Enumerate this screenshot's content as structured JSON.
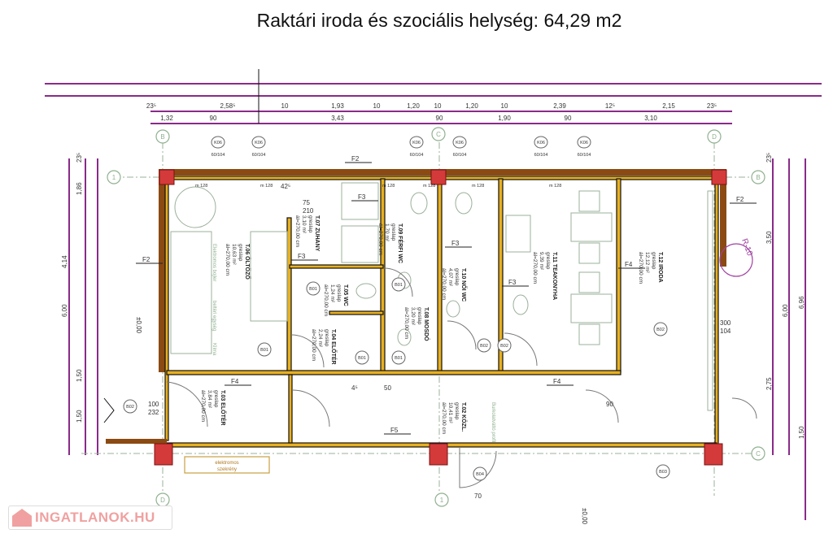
{
  "title": "Raktári iroda és szociális helység: 64,29 m2",
  "dimensions": {
    "top_row1": [
      "23⁵",
      "2,58⁵",
      "10",
      "1,93",
      "10",
      "1,20",
      "10",
      "1,20",
      "10",
      "2,39",
      "12⁵",
      "2,15",
      "23⁵"
    ],
    "top_row2": [
      "1,32",
      "90",
      "3,43",
      "90",
      "1,90",
      "90",
      "3,10"
    ],
    "left": [
      "23⁵",
      "1,86",
      "4,14",
      "6,00",
      "1,50",
      "1,50"
    ],
    "right": [
      "23⁵",
      "3,50",
      "6,00",
      "6,96",
      "2,75",
      "1,50"
    ],
    "misc": [
      "42⁵",
      "75",
      "210",
      "70",
      "100",
      "232",
      "90",
      "300",
      "104",
      "4⁵",
      "50"
    ]
  },
  "axes": [
    "B",
    "C",
    "D",
    "1",
    "B",
    "C",
    "D",
    "1"
  ],
  "windows": {
    "code": "K06",
    "size": "60/104"
  },
  "lintel": "m 128",
  "doors": [
    "B01",
    "B01",
    "B01",
    "B01",
    "B01",
    "B02",
    "B02",
    "B02",
    "B02",
    "B03",
    "B04"
  ],
  "rooms": [
    {
      "id": "T.06",
      "name": "ÖLTÖZŐ",
      "floor": "greslap",
      "area": "10,63 m²",
      "height": "ál=270,00 cm"
    },
    {
      "id": "T.07",
      "name": "ZUHANY",
      "floor": "greslap",
      "area": "3,10 m²",
      "height": "ál=270,00 cm"
    },
    {
      "id": "T.05",
      "name": "WC",
      "floor": "greslap",
      "area": "1,24 m²",
      "height": "ál=270,00 cm"
    },
    {
      "id": "T.04",
      "name": "ELŐTÉR",
      "floor": "greslap",
      "area": "2,24 m²",
      "height": "ál=270,00 cm"
    },
    {
      "id": "T.09",
      "name": "FÉRFI WC",
      "floor": "greslap",
      "area": "1,70 m²",
      "height": "ál=270,00 cm"
    },
    {
      "id": "T.08",
      "name": "MOSDÓ",
      "floor": "greslap",
      "area": "3,20 m²",
      "height": "ál=270,00 cm"
    },
    {
      "id": "T.10",
      "name": "NŐI WC",
      "floor": "greslap",
      "area": "4,07 m²",
      "height": "ál=270,00 cm"
    },
    {
      "id": "T.11",
      "name": "TEAKONYHA",
      "floor": "greslap",
      "area": "9,39 m²",
      "height": "ál=270,00 cm"
    },
    {
      "id": "T.12",
      "name": "IRODA",
      "floor": "greslap",
      "area": "12,12 m²",
      "height": "ál=270,00 cm"
    },
    {
      "id": "T.03",
      "name": "ELŐTÉR",
      "floor": "greslap",
      "area": "3,84 m²",
      "height": "ál=270,00 cm"
    },
    {
      "id": "T.02",
      "name": "KÖZL.",
      "floor": "greslap",
      "area": "10,41 m²",
      "height": "ál=270,00 cm"
    }
  ],
  "notes": {
    "boiler": "Elektromos bojler",
    "klima": "Klíma",
    "klima_unit": "beltéri egység",
    "cabinet_l1": "elektromos",
    "cabinet_l2": "szekrény",
    "profile": "Burkolatváltó profil",
    "level1": "±0,00",
    "level2": "±0,00",
    "section": "R-10",
    "f_marks": [
      "F2",
      "F2",
      "F2",
      "F3",
      "F3",
      "F3",
      "F3",
      "F4",
      "F4",
      "F4",
      "F5"
    ]
  },
  "logo": "INGATLANOK.HU"
}
